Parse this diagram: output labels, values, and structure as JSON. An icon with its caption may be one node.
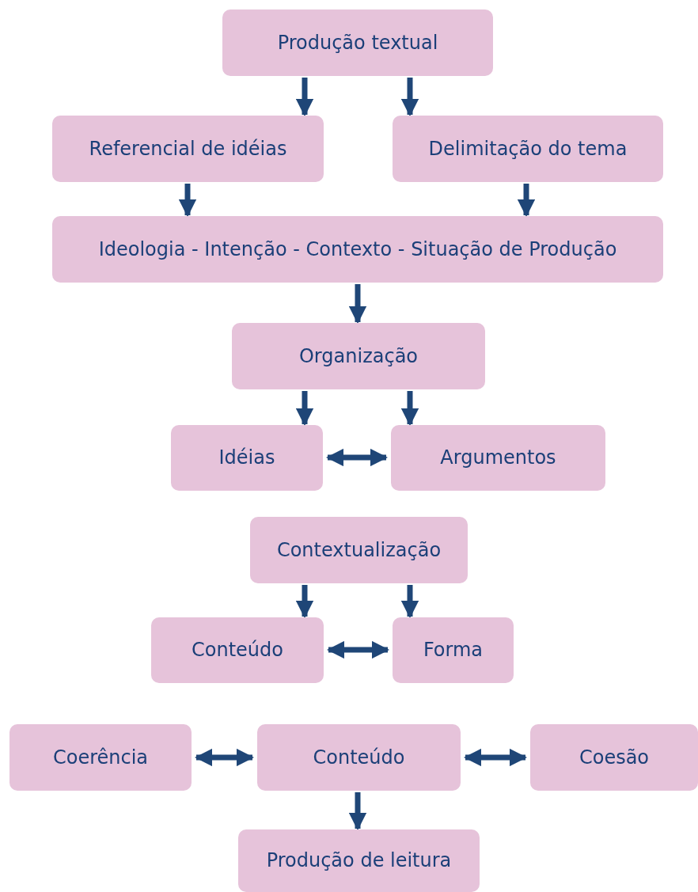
{
  "diagram": {
    "nodes": [
      {
        "text": [
          "Produção textual"
        ]
      },
      {
        "text": [
          "Referencial de idéias"
        ]
      },
      {
        "text": [
          "Delimitação do tema"
        ]
      },
      {
        "text": [
          "Ideologia - Intenção - Contexto - Situação de Produção"
        ]
      },
      {
        "text": [
          "Organização"
        ]
      },
      {
        "text": [
          "Idéias"
        ]
      },
      {
        "text": [
          "Argumentos"
        ]
      },
      {
        "text": [
          "Contextualização"
        ]
      },
      {
        "text": [
          "Conteúdo"
        ]
      },
      {
        "text": [
          "Forma"
        ]
      },
      {
        "text": [
          "Coerência"
        ]
      },
      {
        "text": [
          "Conteúdo"
        ]
      },
      {
        "text": [
          "Coesão"
        ]
      },
      {
        "text": [
          "Produção de leitura"
        ]
      }
    ],
    "edges": [
      {
        "from": 0,
        "to": 1,
        "arrow": "to"
      },
      {
        "from": 0,
        "to": 2,
        "arrow": "to"
      },
      {
        "from": 1,
        "to": 3,
        "arrow": "to"
      },
      {
        "from": 2,
        "to": 3,
        "arrow": "to"
      },
      {
        "from": 3,
        "to": 4,
        "arrow": "to"
      },
      {
        "from": 4,
        "to": 5,
        "arrow": "to"
      },
      {
        "from": 4,
        "to": 6,
        "arrow": "to"
      },
      {
        "from": 5,
        "to": 6,
        "arrow": "both"
      },
      {
        "from": 7,
        "to": 8,
        "arrow": "to"
      },
      {
        "from": 7,
        "to": 9,
        "arrow": "to"
      },
      {
        "from": 8,
        "to": 9,
        "arrow": "both"
      },
      {
        "from": 10,
        "to": 11,
        "arrow": "both"
      },
      {
        "from": 11,
        "to": 12,
        "arrow": "both"
      },
      {
        "from": 11,
        "to": 13,
        "arrow": "to"
      }
    ]
  }
}
